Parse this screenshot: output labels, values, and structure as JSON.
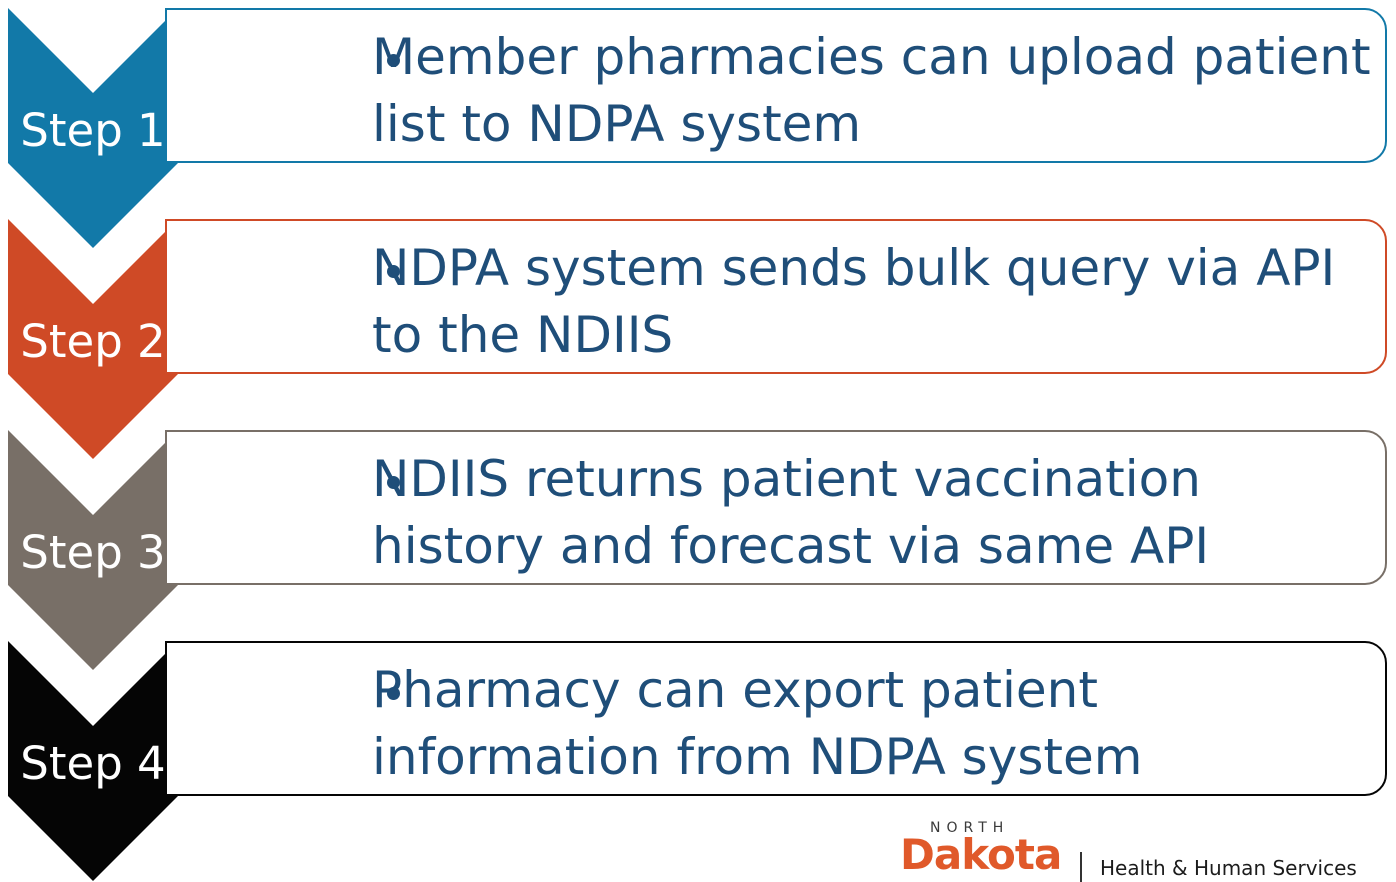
{
  "steps": [
    {
      "label": "Step 1",
      "text": "Member pharmacies can upload patient list to NDPA system",
      "color": "#1279a8"
    },
    {
      "label": "Step 2",
      "text": "NDPA system sends bulk query via API to the NDIIS",
      "color": "#cf4a26"
    },
    {
      "label": "Step 3",
      "text": "NDIIS returns patient vaccination history and forecast via same API",
      "color": "#786f67"
    },
    {
      "label": "Step 4",
      "text": "Pharmacy can export patient information from NDPA system",
      "color": "#050505"
    }
  ],
  "logo": {
    "north": "NORTH",
    "dakota": "Dakota",
    "department": "Health & Human Services"
  }
}
